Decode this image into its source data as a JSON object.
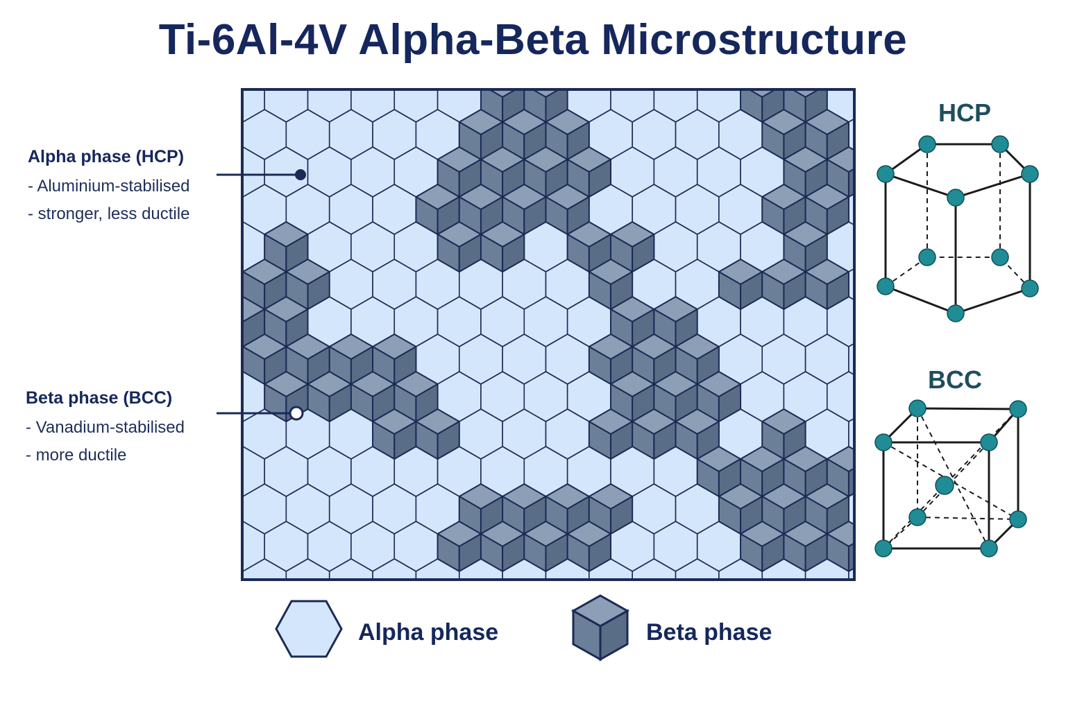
{
  "title": "Ti-6Al-4V Alpha-Beta Microstructure",
  "callouts": {
    "alpha": {
      "heading": "Alpha phase (HCP)",
      "lines": [
        "- Aluminium-stabilised",
        "- stronger, less ductile"
      ]
    },
    "beta": {
      "heading": "Beta phase (BCC)",
      "lines": [
        "- Vanadium-stabilised",
        "- more ductile"
      ]
    }
  },
  "unit_cells": {
    "hcp_label": "HCP",
    "bcc_label": "BCC"
  },
  "legend": {
    "alpha_label": "Alpha phase",
    "beta_label": "Beta phase"
  },
  "colors": {
    "alpha_fill": "#d4e6fb",
    "grain_line": "#1b2a55",
    "beta_top": "#8d9fb6",
    "beta_left": "#6c7f98",
    "beta_right": "#5a6d86",
    "atom": "#1f8c96",
    "frame": "#1b2a55"
  },
  "icons": {
    "alpha_swatch": "hexagon-icon",
    "beta_swatch": "cube-icon",
    "atom": "sphere-icon"
  }
}
